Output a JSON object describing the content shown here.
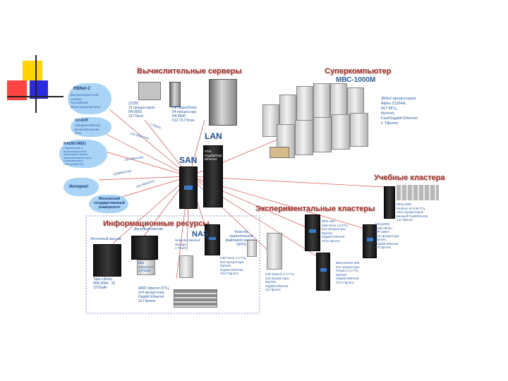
{
  "section_titles": {
    "compute": "Вычислительные серверы",
    "supercomputer": "Суперкомпьютер",
    "supercomputer_model": "МВС-1000М",
    "training": "Учебные кластера",
    "experimental": "Экспериментальные кластеры",
    "info": "Информационные ресурсы"
  },
  "networks": {
    "lan": "LAN",
    "san": "SAN",
    "nas": "NAS",
    "core_switch": "ATM,\nGigabit/Fast\nEthernet"
  },
  "clouds": {
    "rbnet": "RBNet-2",
    "rbnet_desc": "Высокоскоростной\nсегмент\nРоссийской\nмагистральной сети",
    "ocnit": "ОСАНТ",
    "ocnit_desc": "Общероссийская\nвычислительная\nсеть",
    "radio": "RADIO-MSU",
    "radio_desc": "Подключение к\nвысокоскоростной\nмагистрали научно-\nобразовательной сети\nв направлении с\nНИЧ-ЦНИИ-РАН",
    "internet": "Интернет",
    "university": "Московский\nгосударственный\nуниверситет"
  },
  "link_labels": {
    "l1": "1 Гбит/с",
    "l2": "155 Мбит/сек",
    "l3": "100 Мбит/сек",
    "l4": "155Мбит/сек",
    "l5": "100 Мбит/сек"
  },
  "compute_servers": {
    "sgi": "Z2250\n16 процессоров\nPA-8550\n10 Гбит/с",
    "hp": "HP SuperDome\n64 процессора\nPA-8600\n512 ГБ Гб/сек"
  },
  "supercomputer_spec": "384х2 процессоров\nAlpha 21264A,\n667 МГц,\nMyrinet,\nFast/Gigabit Ethernet\n1 Тфлопс",
  "training_cluster": "МСЦ 2001\nPentium III 0.85 ГГц\n16х1 процессоров\nBeowulf Fast/Ethernet\n1.5 Гфлопс",
  "experimental_clusters": {
    "c1": "МП1-16С\nIntel Xeon 2.4 ГГц\n8х2 процессора\nMyrinet,\nGigabit Ethernet\n75,6 Гфлопс",
    "c2": "МСЦ2002\nAMD Athlon\nMP 1800+\n8х2 процессора\nMyrinet,\nGigabit Ethernet\n48 Гфлопс",
    "c3": "Intel Xeon 2.4 ГГц\n8х2 процессора\nMyrinet,\nGigabit Ethernet\n76,8 Гфлопс",
    "c4": "Intel Itanium 2 1 ГГц\n2х4 процессора\nMyrinet,\nGigabit Ethernet\n32 Гфлопс",
    "c5": "IBM pSeries 690\n2х4 процессора\nPower4 1.1 ГГц\nMyrinet,\nGigabit Ethernet\n70,4 Гфлопс"
  },
  "info_resources": {
    "tape": "Ленточный массив",
    "disk": "Дисковый массив",
    "nas_desc": "Network Attached\nStorage\n1 ТБайт",
    "cluster_fs": "Кластер\nпараллельной\nфайловой системы\nGPFS",
    "ibm": "IBM\n4xExpTRA\n14TБайт",
    "tape_lib": "Tape Library\nIBM 3584 - 32\n23ТБайт",
    "amd": "AMD Opteron 2ГГц\n2х4 процессора\nGigabit Ethernet\n16 Гфлопс"
  },
  "colors": {
    "title": "#a0342c",
    "accent": "#2c5fa8",
    "cloud": "#a9d4f5",
    "link": "#e05050",
    "dashed_box": "#5577cc"
  }
}
